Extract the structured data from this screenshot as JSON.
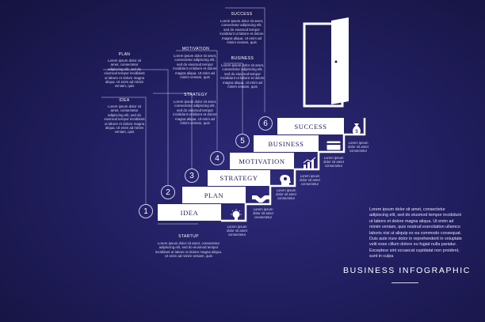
{
  "steps": [
    {
      "num": "1",
      "label": "IDEA",
      "title": "IDEA",
      "text": "Lorem ipsum dolor sit amet, consectetur adipiscing elit, sed do eiusmod tempor incididunt ut labore et dolore magna aliqua. Ut enim ad minim veniam, quis"
    },
    {
      "num": "2",
      "label": "PLAN",
      "title": "PLAN",
      "text": "Lorem ipsum dolor sit amet, consectetur adipiscing elit, sed do eiusmod tempor incididunt ut labore et dolore magna aliqua. Ut enim ad minim veniam, quis"
    },
    {
      "num": "3",
      "label": "STRATEGY",
      "title": "STRATEGY",
      "text": "Lorem ipsum dolor sit amet, consectetur adipiscing elit, sed do eiusmod tempor incididunt ut labore et dolore magna aliqua. Ut enim ad minim veniam, quis"
    },
    {
      "num": "4",
      "label": "MOTIVATION",
      "title": "MOTIVATION",
      "text": "Lorem ipsum dolor sit amet, consectetur adipiscing elit, sed do eiusmod tempor incididunt ut labore et dolore magna aliqua. Ut enim ad minim veniam, quis"
    },
    {
      "num": "5",
      "label": "BUSINESS",
      "title": "BUSINESS",
      "text": "Lorem ipsum dolor sit amet, consectetur adipiscing elit, sed do eiusmod tempor incididunt ut labore et dolore magna aliqua. Ut enim ad minim veniam, quis"
    },
    {
      "num": "6",
      "label": "SUCCESS",
      "title": "SUCCESS",
      "text": "Lorem ipsum dolor sit amet, consectetur adipiscing elit, sed do eiusmod tempor incididunt ut labore et dolore magna aliqua. Ut enim ad minim veniam, quis"
    }
  ],
  "startup": {
    "title": "STARTUP",
    "text": "Lorem ipsum dolor sit amet, consectetur adipiscing elit, sed do eiusmod tempor incididunt ut labore et dolore magna aliqua. Ut enim ad minim veniam, quis"
  },
  "icon_captions": [
    {
      "icon": "lightbulb-icon",
      "text": "Lorem ipsum dolor sit amet consectetur"
    },
    {
      "icon": "handshake-icon",
      "text": "Lorem ipsum dolor sit amet consectetur"
    },
    {
      "icon": "head-gear-icon",
      "text": "Lorem ipsum dolor sit amet consectetur"
    },
    {
      "icon": "bar-chart-icon",
      "text": "Lorem ipsum dolor sit amet consectetur"
    },
    {
      "icon": "credit-card-icon",
      "text": "Lorem ipsum dolor sit amet consectetur"
    },
    {
      "icon": "money-bag-icon",
      "text": "Lorem ipsum dolor sit amet consectetur"
    }
  ],
  "body_text": "Lorem ipsum dolor sit amet, consectetur adipiscing elit, sed do eiusmod tempor incididunt ut labore et dolore magna aliqua. Ut enim ad minim veniam, quis nostrud exercitation ullamco laboris nisi ut aliquip ex ea commodo consequat. Duis aute irure dolor in reprehenderit in voluptate velit esse cillum dolore eu fugiat nulla pariatur. Excepteur sint occaecat cupidatat non proident, sunt in culpa",
  "heading": "BUSINESS INFOGRAPHIC",
  "colors": {
    "background": "#221f62",
    "step_fill": "#ffffff",
    "step_text": "#1d1a55",
    "line": "#bcbcd6"
  }
}
